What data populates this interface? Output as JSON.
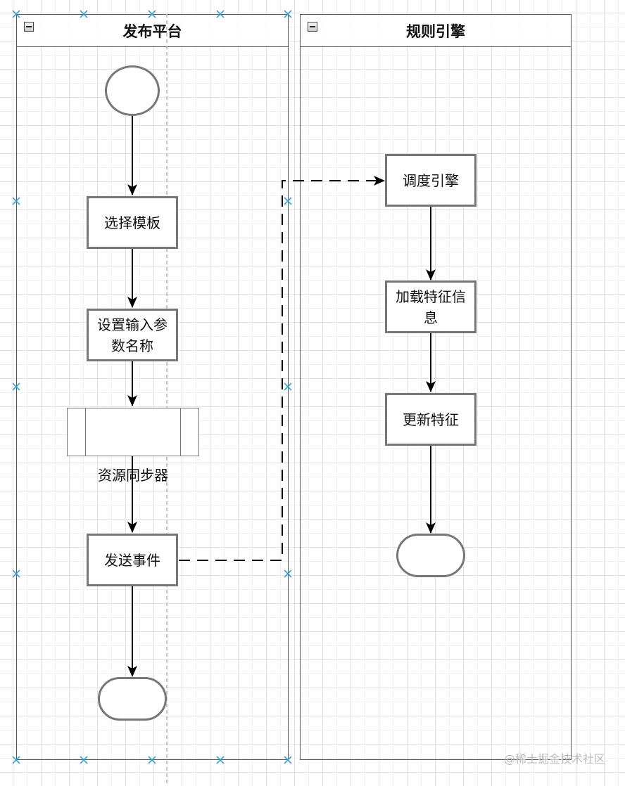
{
  "lanes": [
    {
      "title": "发布平台"
    },
    {
      "title": "规则引擎"
    }
  ],
  "nodes": {
    "select_template": "选择模板",
    "set_input_param_line1": "设置输入参",
    "set_input_param_line2": "数名称",
    "resource_sync": "资源同步器",
    "send_event": "发送事件",
    "dispatch_engine": "调度引擎",
    "load_features_line1": "加载特征信",
    "load_features_line2": "息",
    "update_features": "更新特征"
  },
  "watermark": "@稀土掘金技术社区",
  "colors": {
    "shape_border": "#777777",
    "lane_border": "#555555",
    "connector": "#000000",
    "selection_handle": "#3aa0d8"
  }
}
